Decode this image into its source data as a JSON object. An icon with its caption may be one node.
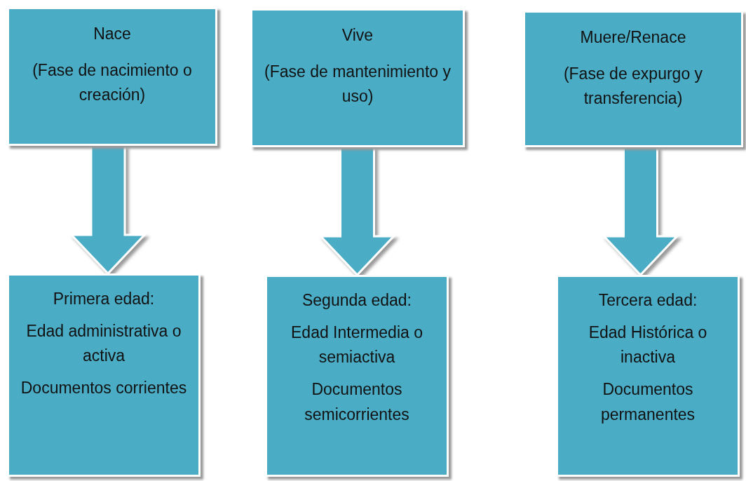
{
  "diagram": {
    "nodes": [
      {
        "text": [
          "Nace",
          "(Fase de nacimiento o creación)"
        ]
      },
      {
        "text": [
          "Vive",
          "(Fase de mantenimiento y uso)"
        ]
      },
      {
        "text": [
          "Muere/Renace",
          "(Fase de expurgo y transferencia)"
        ]
      },
      {
        "text": [
          "Primera edad:",
          "Edad administrativa o activa",
          "Documentos corrientes"
        ]
      },
      {
        "text": [
          "Segunda edad:",
          "Edad Intermedia o semiactiva",
          "Documentos semicorrientes"
        ]
      },
      {
        "text": [
          "Tercera edad:",
          "Edad Histórica o inactiva",
          "Documentos permanentes"
        ]
      }
    ],
    "edges": [
      {
        "from": 0,
        "to": 3,
        "arrow": "to"
      },
      {
        "from": 1,
        "to": 4,
        "arrow": "to"
      },
      {
        "from": 2,
        "to": 5,
        "arrow": "to"
      }
    ]
  }
}
